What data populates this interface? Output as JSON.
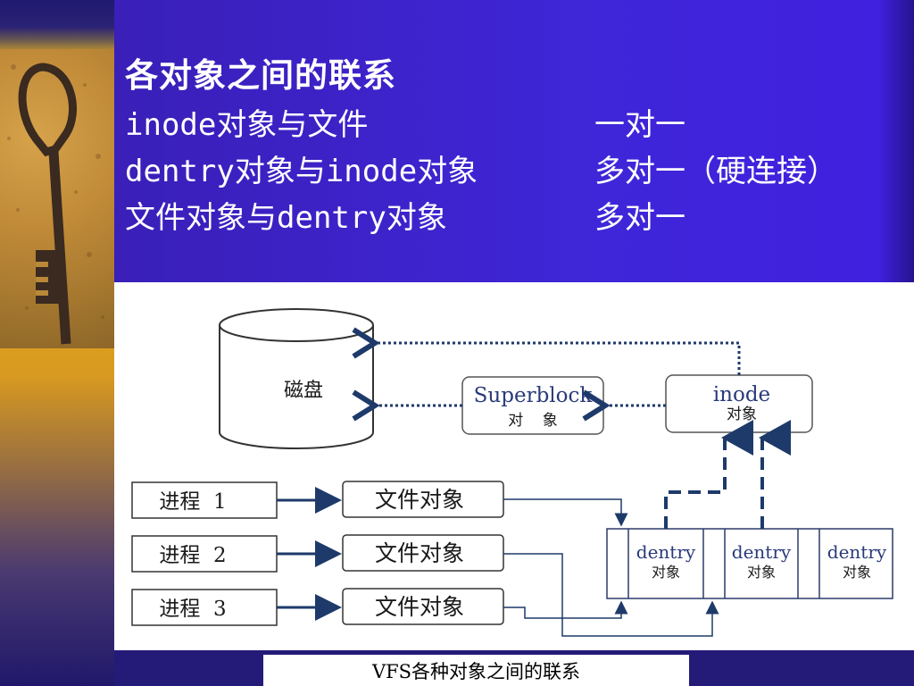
{
  "slide": {
    "title": "各对象之间的联系",
    "relations": [
      {
        "left": "inode对象与文件",
        "right": "一对一"
      },
      {
        "left": "dentry对象与inode对象",
        "right": "多对一（硬连接）"
      },
      {
        "left": "文件对象与dentry对象",
        "right": "多对一"
      }
    ]
  },
  "diagram": {
    "disk_label": "磁盘",
    "superblock_label": "Superblock",
    "superblock_sub": "对    象",
    "inode_label": "inode",
    "inode_sub": "对象",
    "processes": [
      "进程  1",
      "进程  2",
      "进程  3"
    ],
    "file_objects": [
      "文件对象",
      "文件对象",
      "文件对象"
    ],
    "dentries": [
      {
        "label": "dentry",
        "sub": "对象"
      },
      {
        "label": "dentry",
        "sub": "对象"
      },
      {
        "label": "dentry",
        "sub": "对象"
      }
    ]
  },
  "caption": "VFS各种对象之间的联系",
  "colors": {
    "title_bg": "#3f26d8",
    "bottom_bar": "#241a78",
    "arrow": "#1e3a6a"
  }
}
